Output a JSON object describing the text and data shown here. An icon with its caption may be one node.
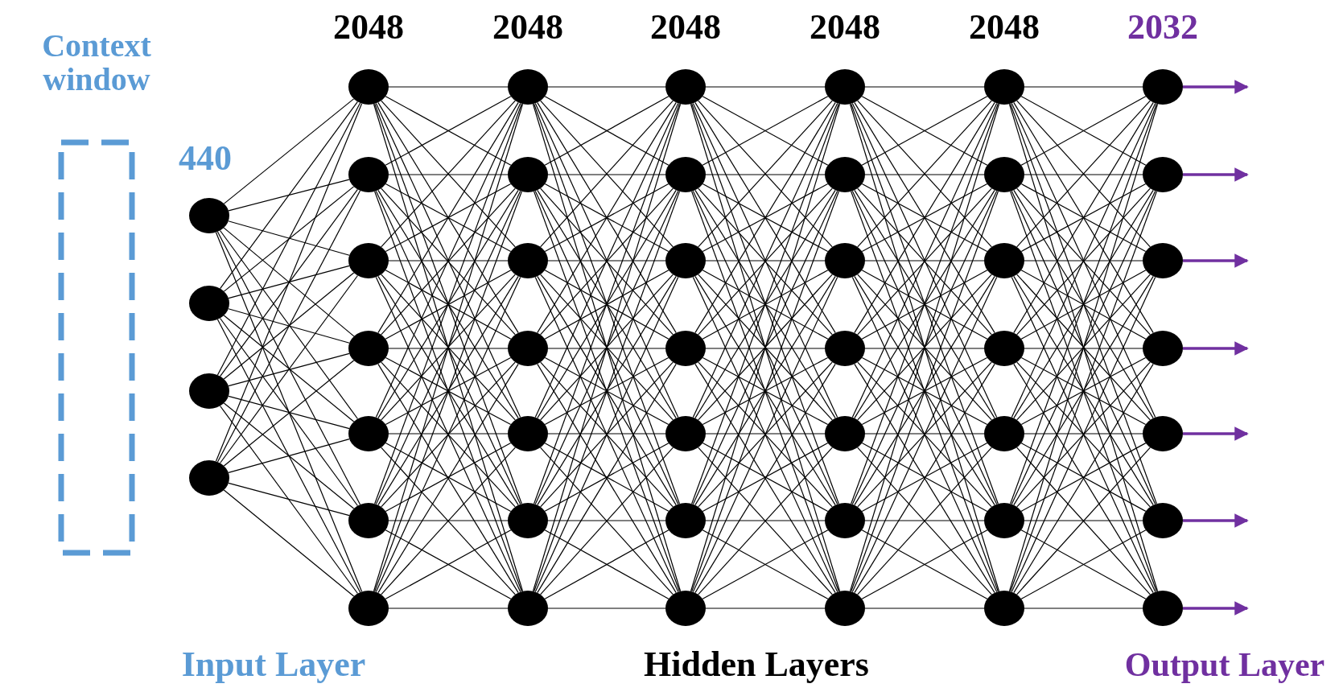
{
  "diagram": {
    "nodes": [
      {
        "text": [],
        "shape": "circle"
      },
      {
        "text": [],
        "shape": "circle"
      },
      {
        "text": [],
        "shape": "circle"
      },
      {
        "text": [],
        "shape": "circle"
      },
      {
        "text": [],
        "shape": "circle"
      },
      {
        "text": [],
        "shape": "circle"
      },
      {
        "text": [],
        "shape": "circle"
      },
      {
        "text": [],
        "shape": "circle"
      },
      {
        "text": [],
        "shape": "circle"
      },
      {
        "text": [],
        "shape": "circle"
      },
      {
        "text": [],
        "shape": "circle"
      },
      {
        "text": [],
        "shape": "circle"
      },
      {
        "text": [],
        "shape": "circle"
      },
      {
        "text": [],
        "shape": "circle"
      },
      {
        "text": [],
        "shape": "circle"
      },
      {
        "text": [],
        "shape": "circle"
      },
      {
        "text": [],
        "shape": "circle"
      },
      {
        "text": [],
        "shape": "circle"
      },
      {
        "text": [],
        "shape": "circle"
      },
      {
        "text": [],
        "shape": "circle"
      },
      {
        "text": [],
        "shape": "circle"
      },
      {
        "text": [],
        "shape": "circle"
      },
      {
        "text": [],
        "shape": "circle"
      },
      {
        "text": [],
        "shape": "circle"
      },
      {
        "text": [],
        "shape": "circle"
      },
      {
        "text": [],
        "shape": "circle"
      },
      {
        "text": [],
        "shape": "circle"
      },
      {
        "text": [],
        "shape": "circle"
      },
      {
        "text": [],
        "shape": "circle"
      },
      {
        "text": [],
        "shape": "circle"
      },
      {
        "text": [],
        "shape": "circle"
      },
      {
        "text": [],
        "shape": "circle"
      },
      {
        "text": [],
        "shape": "circle"
      },
      {
        "text": [],
        "shape": "circle"
      },
      {
        "text": [],
        "shape": "circle"
      },
      {
        "text": [],
        "shape": "circle"
      },
      {
        "text": [],
        "shape": "circle"
      },
      {
        "text": [],
        "shape": "circle"
      },
      {
        "text": [],
        "shape": "circle"
      },
      {
        "text": [],
        "shape": "circle"
      },
      {
        "text": [],
        "shape": "circle"
      },
      {
        "text": [],
        "shape": "circle"
      },
      {
        "text": [],
        "shape": "circle"
      },
      {
        "text": [],
        "shape": "circle"
      },
      {
        "text": [],
        "shape": "circle"
      },
      {
        "text": [],
        "shape": "circle"
      }
    ],
    "edges": [
      {
        "from": 0,
        "to": 4,
        "arrow": "none"
      },
      {
        "from": 0,
        "to": 5,
        "arrow": "none"
      },
      {
        "from": 0,
        "to": 6,
        "arrow": "none"
      },
      {
        "from": 0,
        "to": 7,
        "arrow": "none"
      },
      {
        "from": 0,
        "to": 8,
        "arrow": "none"
      },
      {
        "from": 0,
        "to": 9,
        "arrow": "none"
      },
      {
        "from": 0,
        "to": 10,
        "arrow": "none"
      },
      {
        "from": 1,
        "to": 4,
        "arrow": "none"
      },
      {
        "from": 1,
        "to": 5,
        "arrow": "none"
      },
      {
        "from": 1,
        "to": 6,
        "arrow": "none"
      },
      {
        "from": 1,
        "to": 7,
        "arrow": "none"
      },
      {
        "from": 1,
        "to": 8,
        "arrow": "none"
      },
      {
        "from": 1,
        "to": 9,
        "arrow": "none"
      },
      {
        "from": 1,
        "to": 10,
        "arrow": "none"
      },
      {
        "from": 2,
        "to": 4,
        "arrow": "none"
      },
      {
        "from": 2,
        "to": 5,
        "arrow": "none"
      },
      {
        "from": 2,
        "to": 6,
        "arrow": "none"
      },
      {
        "from": 2,
        "to": 7,
        "arrow": "none"
      },
      {
        "from": 2,
        "to": 8,
        "arrow": "none"
      },
      {
        "from": 2,
        "to": 9,
        "arrow": "none"
      },
      {
        "from": 2,
        "to": 10,
        "arrow": "none"
      },
      {
        "from": 3,
        "to": 4,
        "arrow": "none"
      },
      {
        "from": 3,
        "to": 5,
        "arrow": "none"
      },
      {
        "from": 3,
        "to": 6,
        "arrow": "none"
      },
      {
        "from": 3,
        "to": 7,
        "arrow": "none"
      },
      {
        "from": 3,
        "to": 8,
        "arrow": "none"
      },
      {
        "from": 3,
        "to": 9,
        "arrow": "none"
      },
      {
        "from": 3,
        "to": 10,
        "arrow": "none"
      },
      {
        "from": 4,
        "to": 11,
        "arrow": "none"
      },
      {
        "from": 4,
        "to": 12,
        "arrow": "none"
      },
      {
        "from": 4,
        "to": 13,
        "arrow": "none"
      },
      {
        "from": 4,
        "to": 14,
        "arrow": "none"
      },
      {
        "from": 4,
        "to": 15,
        "arrow": "none"
      },
      {
        "from": 4,
        "to": 16,
        "arrow": "none"
      },
      {
        "from": 4,
        "to": 17,
        "arrow": "none"
      },
      {
        "from": 5,
        "to": 11,
        "arrow": "none"
      },
      {
        "from": 5,
        "to": 12,
        "arrow": "none"
      },
      {
        "from": 5,
        "to": 13,
        "arrow": "none"
      },
      {
        "from": 5,
        "to": 14,
        "arrow": "none"
      },
      {
        "from": 5,
        "to": 15,
        "arrow": "none"
      },
      {
        "from": 5,
        "to": 16,
        "arrow": "none"
      },
      {
        "from": 5,
        "to": 17,
        "arrow": "none"
      },
      {
        "from": 6,
        "to": 11,
        "arrow": "none"
      },
      {
        "from": 6,
        "to": 12,
        "arrow": "none"
      },
      {
        "from": 6,
        "to": 13,
        "arrow": "none"
      },
      {
        "from": 6,
        "to": 14,
        "arrow": "none"
      },
      {
        "from": 6,
        "to": 15,
        "arrow": "none"
      },
      {
        "from": 6,
        "to": 16,
        "arrow": "none"
      },
      {
        "from": 6,
        "to": 17,
        "arrow": "none"
      },
      {
        "from": 7,
        "to": 11,
        "arrow": "none"
      },
      {
        "from": 7,
        "to": 12,
        "arrow": "none"
      },
      {
        "from": 7,
        "to": 13,
        "arrow": "none"
      },
      {
        "from": 7,
        "to": 14,
        "arrow": "none"
      },
      {
        "from": 7,
        "to": 15,
        "arrow": "none"
      },
      {
        "from": 7,
        "to": 16,
        "arrow": "none"
      },
      {
        "from": 7,
        "to": 17,
        "arrow": "none"
      },
      {
        "from": 8,
        "to": 11,
        "arrow": "none"
      },
      {
        "from": 8,
        "to": 12,
        "arrow": "none"
      },
      {
        "from": 8,
        "to": 13,
        "arrow": "none"
      },
      {
        "from": 8,
        "to": 14,
        "arrow": "none"
      },
      {
        "from": 8,
        "to": 15,
        "arrow": "none"
      },
      {
        "from": 8,
        "to": 16,
        "arrow": "none"
      },
      {
        "from": 8,
        "to": 17,
        "arrow": "none"
      },
      {
        "from": 9,
        "to": 11,
        "arrow": "none"
      },
      {
        "from": 9,
        "to": 12,
        "arrow": "none"
      },
      {
        "from": 9,
        "to": 13,
        "arrow": "none"
      },
      {
        "from": 9,
        "to": 14,
        "arrow": "none"
      },
      {
        "from": 9,
        "to": 15,
        "arrow": "none"
      },
      {
        "from": 9,
        "to": 16,
        "arrow": "none"
      },
      {
        "from": 9,
        "to": 17,
        "arrow": "none"
      },
      {
        "from": 10,
        "to": 11,
        "arrow": "none"
      },
      {
        "from": 10,
        "to": 12,
        "arrow": "none"
      },
      {
        "from": 10,
        "to": 13,
        "arrow": "none"
      },
      {
        "from": 10,
        "to": 14,
        "arrow": "none"
      },
      {
        "from": 10,
        "to": 15,
        "arrow": "none"
      },
      {
        "from": 10,
        "to": 16,
        "arrow": "none"
      },
      {
        "from": 10,
        "to": 17,
        "arrow": "none"
      },
      {
        "from": 11,
        "to": 18,
        "arrow": "none"
      },
      {
        "from": 11,
        "to": 19,
        "arrow": "none"
      },
      {
        "from": 11,
        "to": 20,
        "arrow": "none"
      },
      {
        "from": 11,
        "to": 21,
        "arrow": "none"
      },
      {
        "from": 11,
        "to": 22,
        "arrow": "none"
      },
      {
        "from": 11,
        "to": 23,
        "arrow": "none"
      },
      {
        "from": 11,
        "to": 24,
        "arrow": "none"
      },
      {
        "from": 12,
        "to": 18,
        "arrow": "none"
      },
      {
        "from": 12,
        "to": 19,
        "arrow": "none"
      },
      {
        "from": 12,
        "to": 20,
        "arrow": "none"
      },
      {
        "from": 12,
        "to": 21,
        "arrow": "none"
      },
      {
        "from": 12,
        "to": 22,
        "arrow": "none"
      },
      {
        "from": 12,
        "to": 23,
        "arrow": "none"
      },
      {
        "from": 12,
        "to": 24,
        "arrow": "none"
      },
      {
        "from": 13,
        "to": 18,
        "arrow": "none"
      },
      {
        "from": 13,
        "to": 19,
        "arrow": "none"
      },
      {
        "from": 13,
        "to": 20,
        "arrow": "none"
      },
      {
        "from": 13,
        "to": 21,
        "arrow": "none"
      },
      {
        "from": 13,
        "to": 22,
        "arrow": "none"
      },
      {
        "from": 13,
        "to": 23,
        "arrow": "none"
      },
      {
        "from": 13,
        "to": 24,
        "arrow": "none"
      },
      {
        "from": 14,
        "to": 18,
        "arrow": "none"
      },
      {
        "from": 14,
        "to": 19,
        "arrow": "none"
      },
      {
        "from": 14,
        "to": 20,
        "arrow": "none"
      },
      {
        "from": 14,
        "to": 21,
        "arrow": "none"
      },
      {
        "from": 14,
        "to": 22,
        "arrow": "none"
      },
      {
        "from": 14,
        "to": 23,
        "arrow": "none"
      },
      {
        "from": 14,
        "to": 24,
        "arrow": "none"
      },
      {
        "from": 15,
        "to": 18,
        "arrow": "none"
      },
      {
        "from": 15,
        "to": 19,
        "arrow": "none"
      },
      {
        "from": 15,
        "to": 20,
        "arrow": "none"
      },
      {
        "from": 15,
        "to": 21,
        "arrow": "none"
      },
      {
        "from": 15,
        "to": 22,
        "arrow": "none"
      },
      {
        "from": 15,
        "to": 23,
        "arrow": "none"
      },
      {
        "from": 15,
        "to": 24,
        "arrow": "none"
      },
      {
        "from": 16,
        "to": 18,
        "arrow": "none"
      },
      {
        "from": 16,
        "to": 19,
        "arrow": "none"
      },
      {
        "from": 16,
        "to": 20,
        "arrow": "none"
      },
      {
        "from": 16,
        "to": 21,
        "arrow": "none"
      },
      {
        "from": 16,
        "to": 22,
        "arrow": "none"
      },
      {
        "from": 16,
        "to": 23,
        "arrow": "none"
      },
      {
        "from": 16,
        "to": 24,
        "arrow": "none"
      },
      {
        "from": 17,
        "to": 18,
        "arrow": "none"
      },
      {
        "from": 17,
        "to": 19,
        "arrow": "none"
      },
      {
        "from": 17,
        "to": 20,
        "arrow": "none"
      },
      {
        "from": 17,
        "to": 21,
        "arrow": "none"
      },
      {
        "from": 17,
        "to": 22,
        "arrow": "none"
      },
      {
        "from": 17,
        "to": 23,
        "arrow": "none"
      },
      {
        "from": 17,
        "to": 24,
        "arrow": "none"
      },
      {
        "from": 18,
        "to": 25,
        "arrow": "none"
      },
      {
        "from": 18,
        "to": 26,
        "arrow": "none"
      },
      {
        "from": 18,
        "to": 27,
        "arrow": "none"
      },
      {
        "from": 18,
        "to": 28,
        "arrow": "none"
      },
      {
        "from": 18,
        "to": 29,
        "arrow": "none"
      },
      {
        "from": 18,
        "to": 30,
        "arrow": "none"
      },
      {
        "from": 18,
        "to": 31,
        "arrow": "none"
      },
      {
        "from": 19,
        "to": 25,
        "arrow": "none"
      },
      {
        "from": 19,
        "to": 26,
        "arrow": "none"
      },
      {
        "from": 19,
        "to": 27,
        "arrow": "none"
      },
      {
        "from": 19,
        "to": 28,
        "arrow": "none"
      },
      {
        "from": 19,
        "to": 29,
        "arrow": "none"
      },
      {
        "from": 19,
        "to": 30,
        "arrow": "none"
      },
      {
        "from": 19,
        "to": 31,
        "arrow": "none"
      },
      {
        "from": 20,
        "to": 25,
        "arrow": "none"
      },
      {
        "from": 20,
        "to": 26,
        "arrow": "none"
      },
      {
        "from": 20,
        "to": 27,
        "arrow": "none"
      },
      {
        "from": 20,
        "to": 28,
        "arrow": "none"
      },
      {
        "from": 20,
        "to": 29,
        "arrow": "none"
      },
      {
        "from": 20,
        "to": 30,
        "arrow": "none"
      },
      {
        "from": 20,
        "to": 31,
        "arrow": "none"
      },
      {
        "from": 21,
        "to": 25,
        "arrow": "none"
      },
      {
        "from": 21,
        "to": 26,
        "arrow": "none"
      },
      {
        "from": 21,
        "to": 27,
        "arrow": "none"
      },
      {
        "from": 21,
        "to": 28,
        "arrow": "none"
      },
      {
        "from": 21,
        "to": 29,
        "arrow": "none"
      },
      {
        "from": 21,
        "to": 30,
        "arrow": "none"
      },
      {
        "from": 21,
        "to": 31,
        "arrow": "none"
      },
      {
        "from": 22,
        "to": 25,
        "arrow": "none"
      },
      {
        "from": 22,
        "to": 26,
        "arrow": "none"
      },
      {
        "from": 22,
        "to": 27,
        "arrow": "none"
      },
      {
        "from": 22,
        "to": 28,
        "arrow": "none"
      },
      {
        "from": 22,
        "to": 29,
        "arrow": "none"
      },
      {
        "from": 22,
        "to": 30,
        "arrow": "none"
      },
      {
        "from": 22,
        "to": 31,
        "arrow": "none"
      },
      {
        "from": 23,
        "to": 25,
        "arrow": "none"
      },
      {
        "from": 23,
        "to": 26,
        "arrow": "none"
      },
      {
        "from": 23,
        "to": 27,
        "arrow": "none"
      },
      {
        "from": 23,
        "to": 28,
        "arrow": "none"
      },
      {
        "from": 23,
        "to": 29,
        "arrow": "none"
      },
      {
        "from": 23,
        "to": 30,
        "arrow": "none"
      },
      {
        "from": 23,
        "to": 31,
        "arrow": "none"
      },
      {
        "from": 24,
        "to": 25,
        "arrow": "none"
      },
      {
        "from": 24,
        "to": 26,
        "arrow": "none"
      },
      {
        "from": 24,
        "to": 27,
        "arrow": "none"
      },
      {
        "from": 24,
        "to": 28,
        "arrow": "none"
      },
      {
        "from": 24,
        "to": 29,
        "arrow": "none"
      },
      {
        "from": 24,
        "to": 30,
        "arrow": "none"
      },
      {
        "from": 24,
        "to": 31,
        "arrow": "none"
      },
      {
        "from": 25,
        "to": 32,
        "arrow": "none"
      },
      {
        "from": 25,
        "to": 33,
        "arrow": "none"
      },
      {
        "from": 25,
        "to": 34,
        "arrow": "none"
      },
      {
        "from": 25,
        "to": 35,
        "arrow": "none"
      },
      {
        "from": 25,
        "to": 36,
        "arrow": "none"
      },
      {
        "from": 25,
        "to": 37,
        "arrow": "none"
      },
      {
        "from": 25,
        "to": 38,
        "arrow": "none"
      },
      {
        "from": 26,
        "to": 32,
        "arrow": "none"
      },
      {
        "from": 26,
        "to": 33,
        "arrow": "none"
      },
      {
        "from": 26,
        "to": 34,
        "arrow": "none"
      },
      {
        "from": 26,
        "to": 35,
        "arrow": "none"
      },
      {
        "from": 26,
        "to": 36,
        "arrow": "none"
      },
      {
        "from": 26,
        "to": 37,
        "arrow": "none"
      },
      {
        "from": 26,
        "to": 38,
        "arrow": "none"
      },
      {
        "from": 27,
        "to": 32,
        "arrow": "none"
      },
      {
        "from": 27,
        "to": 33,
        "arrow": "none"
      },
      {
        "from": 27,
        "to": 34,
        "arrow": "none"
      },
      {
        "from": 27,
        "to": 35,
        "arrow": "none"
      },
      {
        "from": 27,
        "to": 36,
        "arrow": "none"
      },
      {
        "from": 27,
        "to": 37,
        "arrow": "none"
      },
      {
        "from": 27,
        "to": 38,
        "arrow": "none"
      },
      {
        "from": 28,
        "to": 32,
        "arrow": "none"
      },
      {
        "from": 28,
        "to": 33,
        "arrow": "none"
      },
      {
        "from": 28,
        "to": 34,
        "arrow": "none"
      },
      {
        "from": 28,
        "to": 35,
        "arrow": "none"
      },
      {
        "from": 28,
        "to": 36,
        "arrow": "none"
      },
      {
        "from": 28,
        "to": 37,
        "arrow": "none"
      },
      {
        "from": 28,
        "to": 38,
        "arrow": "none"
      },
      {
        "from": 29,
        "to": 32,
        "arrow": "none"
      },
      {
        "from": 29,
        "to": 33,
        "arrow": "none"
      },
      {
        "from": 29,
        "to": 34,
        "arrow": "none"
      },
      {
        "from": 29,
        "to": 35,
        "arrow": "none"
      },
      {
        "from": 29,
        "to": 36,
        "arrow": "none"
      },
      {
        "from": 29,
        "to": 37,
        "arrow": "none"
      },
      {
        "from": 29,
        "to": 38,
        "arrow": "none"
      },
      {
        "from": 30,
        "to": 32,
        "arrow": "none"
      },
      {
        "from": 30,
        "to": 33,
        "arrow": "none"
      },
      {
        "from": 30,
        "to": 34,
        "arrow": "none"
      },
      {
        "from": 30,
        "to": 35,
        "arrow": "none"
      },
      {
        "from": 30,
        "to": 36,
        "arrow": "none"
      },
      {
        "from": 30,
        "to": 37,
        "arrow": "none"
      },
      {
        "from": 30,
        "to": 38,
        "arrow": "none"
      },
      {
        "from": 31,
        "to": 32,
        "arrow": "none"
      },
      {
        "from": 31,
        "to": 33,
        "arrow": "none"
      },
      {
        "from": 31,
        "to": 34,
        "arrow": "none"
      },
      {
        "from": 31,
        "to": 35,
        "arrow": "none"
      },
      {
        "from": 31,
        "to": 36,
        "arrow": "none"
      },
      {
        "from": 31,
        "to": 37,
        "arrow": "none"
      },
      {
        "from": 31,
        "to": 38,
        "arrow": "none"
      },
      {
        "from": 32,
        "to": 39,
        "arrow": "none"
      },
      {
        "from": 32,
        "to": 40,
        "arrow": "none"
      },
      {
        "from": 32,
        "to": 41,
        "arrow": "none"
      },
      {
        "from": 32,
        "to": 42,
        "arrow": "none"
      },
      {
        "from": 32,
        "to": 43,
        "arrow": "none"
      },
      {
        "from": 32,
        "to": 44,
        "arrow": "none"
      },
      {
        "from": 32,
        "to": 45,
        "arrow": "none"
      },
      {
        "from": 33,
        "to": 39,
        "arrow": "none"
      },
      {
        "from": 33,
        "to": 40,
        "arrow": "none"
      },
      {
        "from": 33,
        "to": 41,
        "arrow": "none"
      },
      {
        "from": 33,
        "to": 42,
        "arrow": "none"
      },
      {
        "from": 33,
        "to": 43,
        "arrow": "none"
      },
      {
        "from": 33,
        "to": 44,
        "arrow": "none"
      },
      {
        "from": 33,
        "to": 45,
        "arrow": "none"
      },
      {
        "from": 34,
        "to": 39,
        "arrow": "none"
      },
      {
        "from": 34,
        "to": 40,
        "arrow": "none"
      },
      {
        "from": 34,
        "to": 41,
        "arrow": "none"
      },
      {
        "from": 34,
        "to": 42,
        "arrow": "none"
      },
      {
        "from": 34,
        "to": 43,
        "arrow": "none"
      },
      {
        "from": 34,
        "to": 44,
        "arrow": "none"
      },
      {
        "from": 34,
        "to": 45,
        "arrow": "none"
      },
      {
        "from": 35,
        "to": 39,
        "arrow": "none"
      },
      {
        "from": 35,
        "to": 40,
        "arrow": "none"
      },
      {
        "from": 35,
        "to": 41,
        "arrow": "none"
      },
      {
        "from": 35,
        "to": 42,
        "arrow": "none"
      },
      {
        "from": 35,
        "to": 43,
        "arrow": "none"
      },
      {
        "from": 35,
        "to": 44,
        "arrow": "none"
      },
      {
        "from": 35,
        "to": 45,
        "arrow": "none"
      },
      {
        "from": 36,
        "to": 39,
        "arrow": "none"
      },
      {
        "from": 36,
        "to": 40,
        "arrow": "none"
      },
      {
        "from": 36,
        "to": 41,
        "arrow": "none"
      },
      {
        "from": 36,
        "to": 42,
        "arrow": "none"
      },
      {
        "from": 36,
        "to": 43,
        "arrow": "none"
      },
      {
        "from": 36,
        "to": 44,
        "arrow": "none"
      },
      {
        "from": 36,
        "to": 45,
        "arrow": "none"
      },
      {
        "from": 37,
        "to": 39,
        "arrow": "none"
      },
      {
        "from": 37,
        "to": 40,
        "arrow": "none"
      },
      {
        "from": 37,
        "to": 41,
        "arrow": "none"
      },
      {
        "from": 37,
        "to": 42,
        "arrow": "none"
      },
      {
        "from": 37,
        "to": 43,
        "arrow": "none"
      },
      {
        "from": 37,
        "to": 44,
        "arrow": "none"
      },
      {
        "from": 37,
        "to": 45,
        "arrow": "none"
      },
      {
        "from": 38,
        "to": 39,
        "arrow": "none"
      },
      {
        "from": 38,
        "to": 40,
        "arrow": "none"
      },
      {
        "from": 38,
        "to": 41,
        "arrow": "none"
      },
      {
        "from": 38,
        "to": 42,
        "arrow": "none"
      },
      {
        "from": 38,
        "to": 43,
        "arrow": "none"
      },
      {
        "from": 38,
        "to": 44,
        "arrow": "none"
      },
      {
        "from": 38,
        "to": 45,
        "arrow": "none"
      },
      {
        "from": 39,
        "to": null,
        "arrow": "to",
        "color": "#7030a0"
      },
      {
        "from": 40,
        "to": null,
        "arrow": "to",
        "color": "#7030a0"
      },
      {
        "from": 41,
        "to": null,
        "arrow": "to",
        "color": "#7030a0"
      },
      {
        "from": 42,
        "to": null,
        "arrow": "to",
        "color": "#7030a0"
      },
      {
        "from": 43,
        "to": null,
        "arrow": "to",
        "color": "#7030a0"
      },
      {
        "from": 44,
        "to": null,
        "arrow": "to",
        "color": "#7030a0"
      },
      {
        "from": 45,
        "to": null,
        "arrow": "to",
        "color": "#7030a0"
      }
    ],
    "labels": [
      "Context window",
      "2048",
      "2048",
      "2048",
      "2048",
      "2048",
      "2032",
      "440",
      "Input Layer",
      "Hidden Layers",
      "Output Layer"
    ]
  }
}
